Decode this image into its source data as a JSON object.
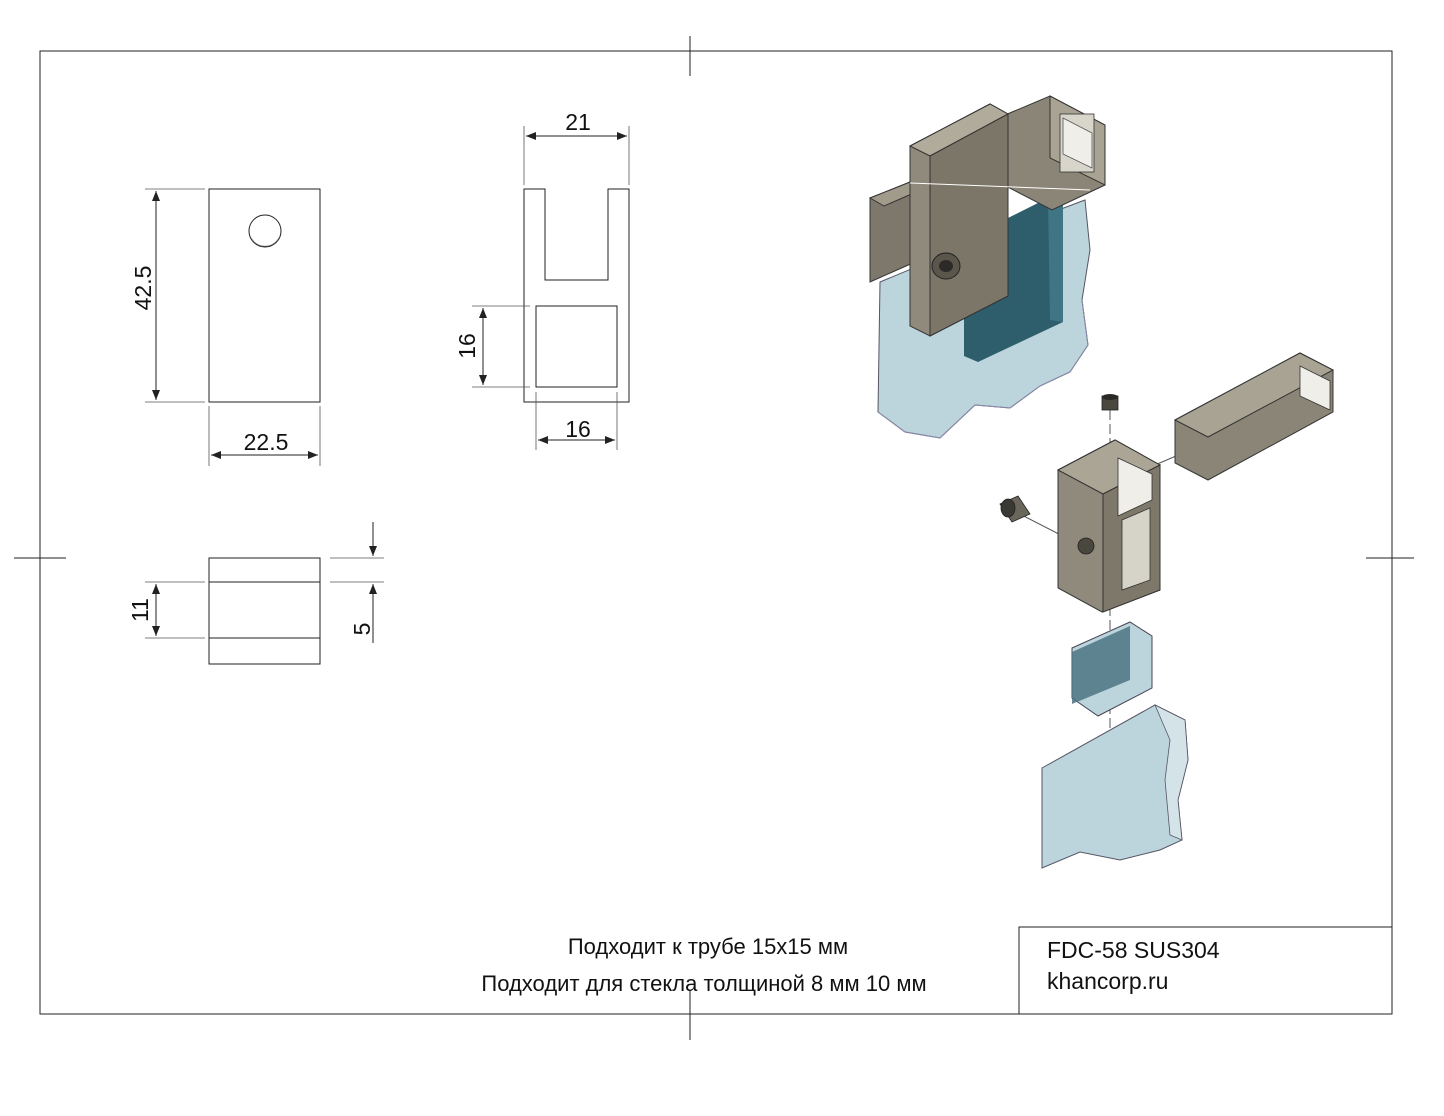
{
  "drawing": {
    "dimensions": {
      "front_height": "42.5",
      "front_width": "22.5",
      "side_top_width": "21",
      "side_square_height": "16",
      "side_square_width": "16",
      "bottom_height": "11",
      "bottom_groove": "5"
    },
    "notes": {
      "line1": "Подходит к трубе 15x15 мм",
      "line2": "Подходит для стекла толщиной 8 мм 10 мм"
    },
    "title_block": {
      "model": "FDC-58 SUS304",
      "site": "khancorp.ru"
    },
    "colors": {
      "metal": "#8a8576",
      "metal_dark": "#5e5a4f",
      "metal_light": "#a8a392",
      "glass": "#b9d3dc",
      "glass_dark": "#2f5f6e",
      "line": "#222222"
    }
  }
}
